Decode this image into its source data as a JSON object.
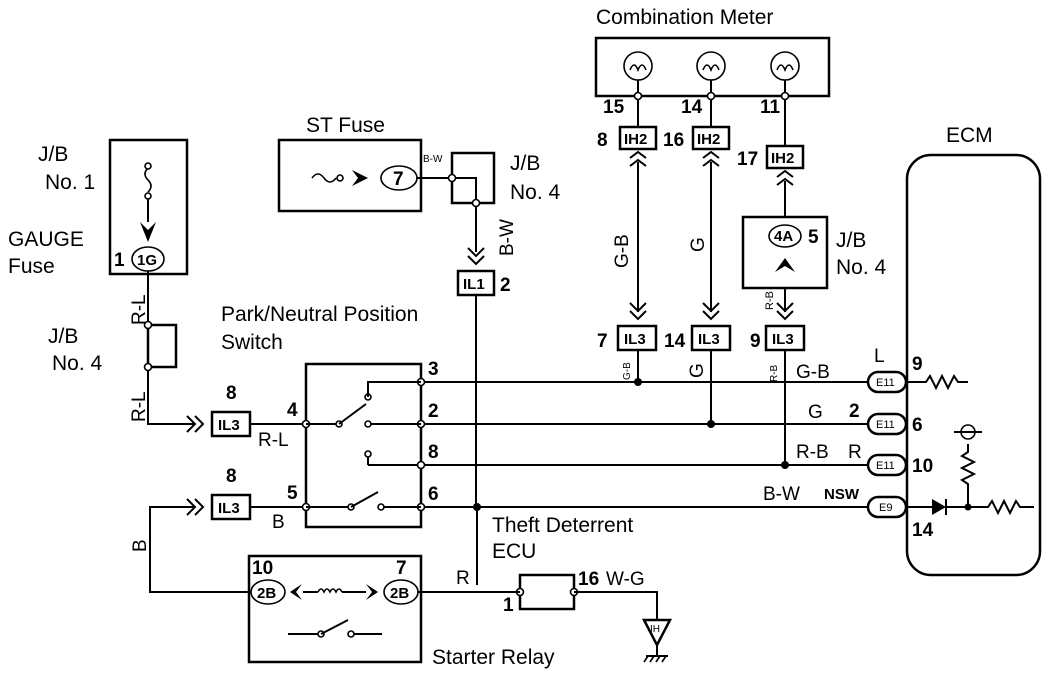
{
  "components": {
    "combination_meter": "Combination Meter",
    "ecm": "ECM",
    "st_fuse": "ST Fuse",
    "jb_no1": [
      "J/B",
      "No. 1"
    ],
    "gauge_fuse": [
      "GAUGE",
      "Fuse"
    ],
    "jb_no4_left": [
      "J/B",
      "No. 4"
    ],
    "jb_no4_top": [
      "J/B",
      "No. 4"
    ],
    "jb_no4_right": [
      "J/B",
      "No. 4"
    ],
    "park_neutral_switch": [
      "Park/Neutral Position",
      "Switch"
    ],
    "theft_ecu": [
      "Theft Deterrent",
      "ECU"
    ],
    "starter_relay": "Starter Relay"
  },
  "connectors": {
    "ih2": "IH2",
    "il3": "IL3",
    "il1": "IL1",
    "c1g": "1G",
    "c4a": "4A",
    "c2b": "2B",
    "c7": "7",
    "e11": "E11",
    "e9": "E9",
    "ih": "IH"
  },
  "pins": {
    "meter_15": "15",
    "meter_14": "14",
    "meter_11": "11",
    "ih2_8": "8",
    "ih2_16": "16",
    "ih2_17": "17",
    "il3_7": "7",
    "il3_14": "14",
    "il3_9": "9",
    "j4_5": "5",
    "il1_2": "2",
    "fuse_1": "1",
    "sw_3": "3",
    "sw_2": "2",
    "sw_8": "8",
    "sw_4": "4",
    "sw_5": "5",
    "sw_6": "6",
    "il3_in_a": "8",
    "il3_in_b": "8",
    "ecm_9": "9",
    "ecm_2": "2",
    "ecm_6": "6",
    "ecm_10": "10",
    "ecm_14": "14",
    "relay_10": "10",
    "relay_7": "7",
    "ecu_16": "16",
    "ecu_1": "1"
  },
  "wires": {
    "gb": "G-B",
    "g": "G",
    "rb": "R-B",
    "rl": "R-L",
    "b": "B",
    "bw": "B-W",
    "wg": "W-G",
    "r": "R",
    "l": "L",
    "nsw": "NSW"
  },
  "colors": {
    "line": "#000000",
    "background": "#ffffff"
  }
}
